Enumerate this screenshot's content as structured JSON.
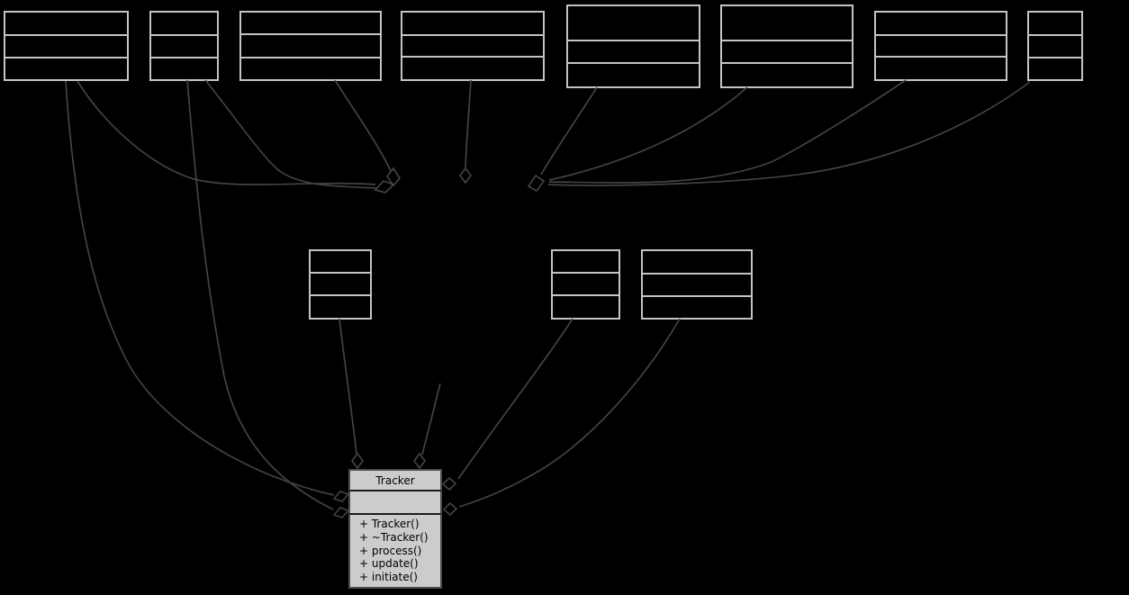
{
  "colors": {
    "background": "#000000",
    "node-border": "#c4c4c4",
    "edge": "#424242",
    "tracker-fill": "#cccccc",
    "tracker-border": "#4d4d4d",
    "tracker-separator": "#1c1c1c",
    "tracker-text": "#000000"
  },
  "tracker": {
    "title": "Tracker",
    "methods": [
      "+ Tracker()",
      "+ ~Tracker()",
      "+ process()",
      "+ update()",
      "+ initiate()"
    ]
  }
}
